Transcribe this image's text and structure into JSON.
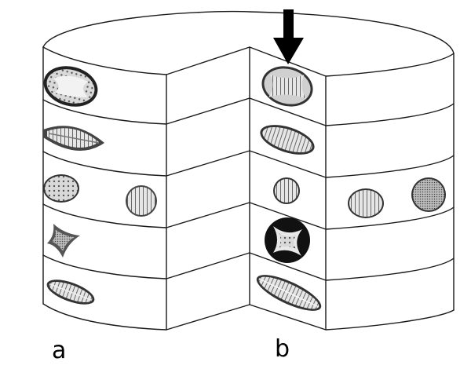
{
  "panels": {
    "a": "a",
    "b": "b"
  },
  "colors": {
    "outline": "#1a1a1a",
    "arrow": "#000000",
    "background": "#ffffff"
  },
  "layers": [
    "diatom-layer-1",
    "diatom-layer-2",
    "diatom-layer-3",
    "diatom-layer-4",
    "diatom-layer-5"
  ]
}
